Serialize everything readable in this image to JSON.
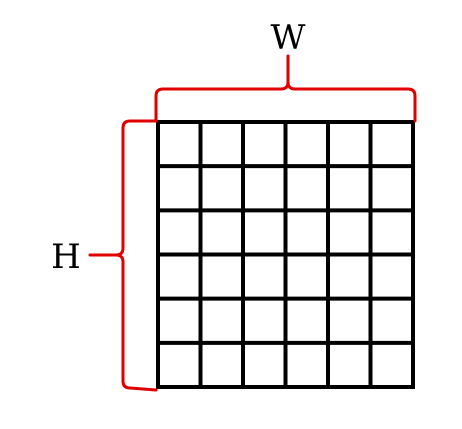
{
  "labels": {
    "width": "W",
    "height": "H"
  },
  "grid": {
    "rows": 6,
    "cols": 6
  },
  "colors": {
    "bracket": "#e00000",
    "grid": "#000000",
    "background": "#ffffff"
  }
}
